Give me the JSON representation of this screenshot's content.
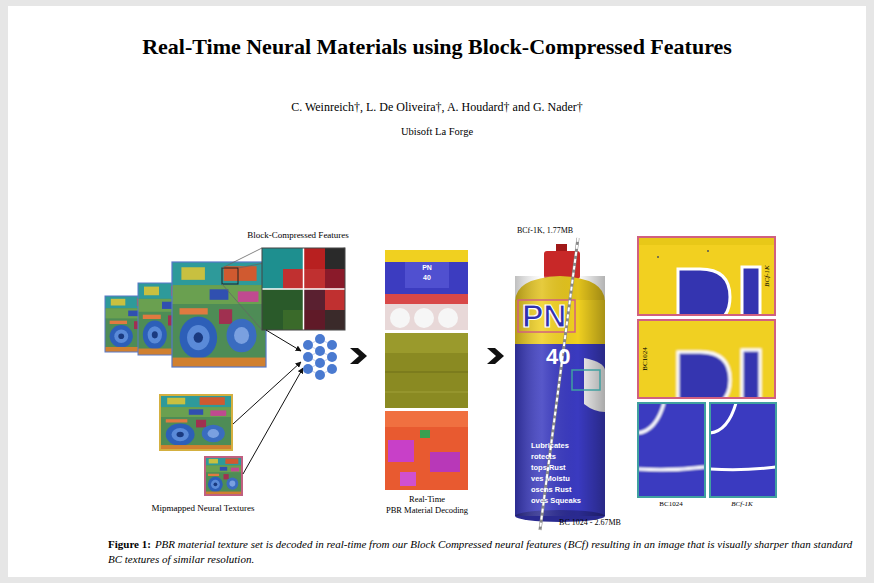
{
  "diagram": {
    "title": "Real-Time Neural Materials using Block-Compressed Features",
    "caption": "PBR material texture set is decoded in real-time from our Block Compressed neural features (BCf) resulting in an image that is visually sharper than standard BC textures of similar resolution.",
    "labels": [
      "C. Weinreich†, L. De Oliveira†, A. Houdard† and G. Nader†",
      "Ubisoft La Forge",
      "Block-Compressed Features",
      "BCf-1K, 1.77MB",
      "PN",
      "40",
      "PN",
      "40",
      "BCf-1K",
      "BC1024",
      "Lubricates",
      "rotects",
      "tops Rust",
      "ves Moistu",
      "osens Rust",
      "oves Squeaks",
      "Mipmapped Neural Textures",
      "Real-Time",
      "PBR Material Decoding",
      "BC 1024 - 2.67MB",
      "BC1024",
      "BCf-1K",
      "Figure 1:"
    ]
  }
}
